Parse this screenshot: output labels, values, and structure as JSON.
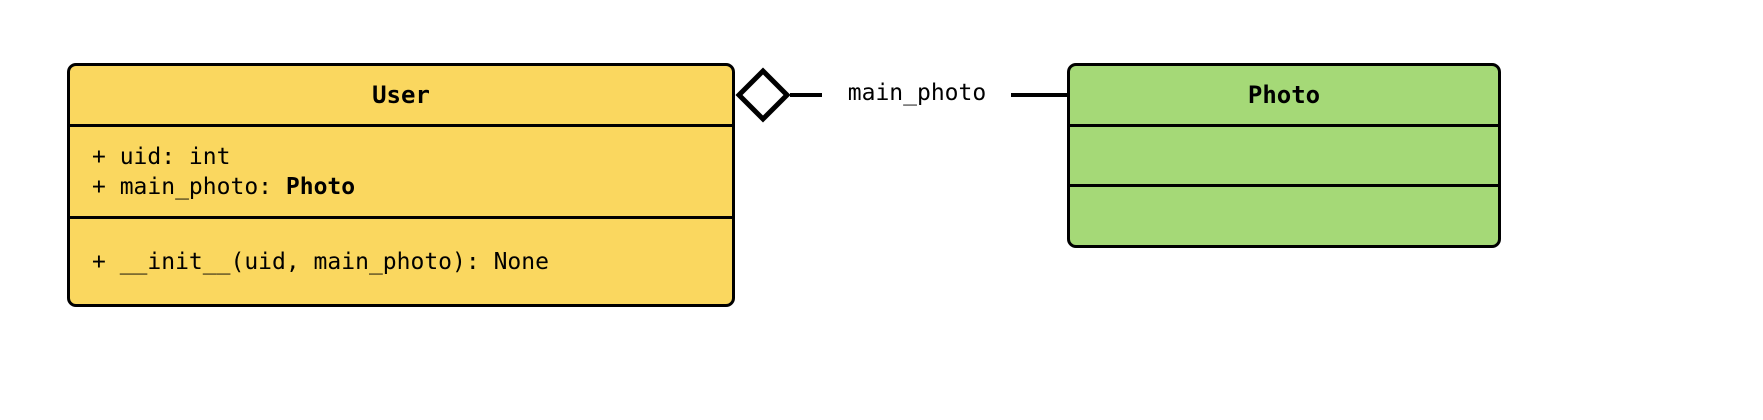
{
  "diagram": {
    "type": "uml-class-diagram",
    "background_color": "#ffffff",
    "border_color": "#000000",
    "classes": [
      {
        "name": "User",
        "fill_color": "#FAD75F",
        "attributes": [
          {
            "text": "+ uid: int",
            "plain": "+ uid: int"
          },
          {
            "prefix": "+ main_photo: ",
            "type_name": "Photo"
          }
        ],
        "methods": [
          {
            "text": "+ __init__(uid, main_photo): None"
          }
        ]
      },
      {
        "name": "Photo",
        "fill_color": "#A5D977",
        "attributes": [],
        "methods": []
      }
    ],
    "relationship": {
      "kind": "aggregation",
      "label": "main_photo",
      "source": "User",
      "target": "Photo",
      "marker": "hollow-diamond"
    }
  }
}
